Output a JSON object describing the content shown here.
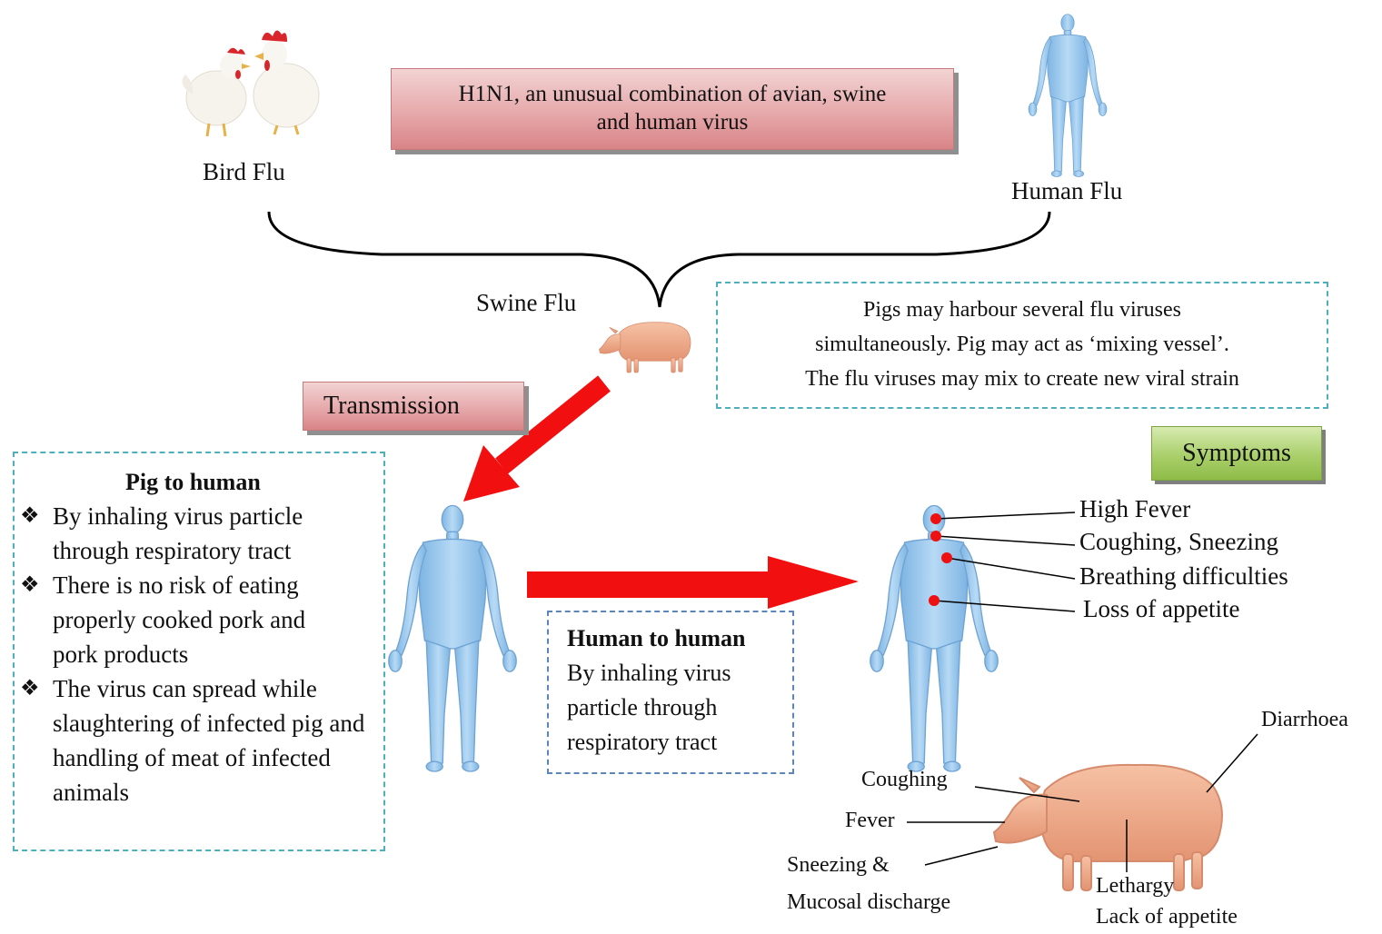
{
  "title_box": {
    "text_line1": "H1N1, an unusual combination of avian, swine",
    "text_line2": "and human virus"
  },
  "labels": {
    "bird_flu": "Bird Flu",
    "human_flu": "Human Flu",
    "swine_flu": "Swine Flu"
  },
  "mixing_box": {
    "line1": "Pigs may harbour several flu viruses",
    "line2": "simultaneously. Pig may act as ‘mixing vessel’.",
    "line3": "The flu viruses may mix to create new viral strain"
  },
  "transmission_label": "Transmission",
  "symptoms_label": "Symptoms",
  "pig_to_human": {
    "heading": "Pig to human",
    "bullet_symbol": "❖",
    "bullets": [
      "By inhaling virus particle through respiratory tract",
      "There is no risk of eating properly cooked pork and pork products",
      "The virus can spread while slaughtering of infected pig and handling of meat of infected animals"
    ]
  },
  "human_to_human": {
    "heading": "Human to human",
    "line1": "By inhaling virus",
    "line2": "particle through",
    "line3": "respiratory tract"
  },
  "human_symptoms": [
    "High Fever",
    "Coughing, Sneezing",
    "Breathing difficulties",
    "Loss of appetite"
  ],
  "pig_symptoms": {
    "diarrhoea": "Diarrhoea",
    "coughing": "Coughing",
    "fever": "Fever",
    "sneezing": "Sneezing &",
    "mucosal": "Mucosal discharge",
    "lethargy": "Lethargy",
    "appetite": "Lack of appetite"
  },
  "colors": {
    "arrow_red": "#f20f0f",
    "dot_red": "#ee1111",
    "body_blue": "#9cc8ec",
    "pig_pink": "#f0a98a",
    "teal_dash": "#4fb0bd",
    "blue_dash": "#5c86b9"
  },
  "icons": [
    "chicken-pair-illustration",
    "human-body-illustration",
    "pig-illustration"
  ]
}
